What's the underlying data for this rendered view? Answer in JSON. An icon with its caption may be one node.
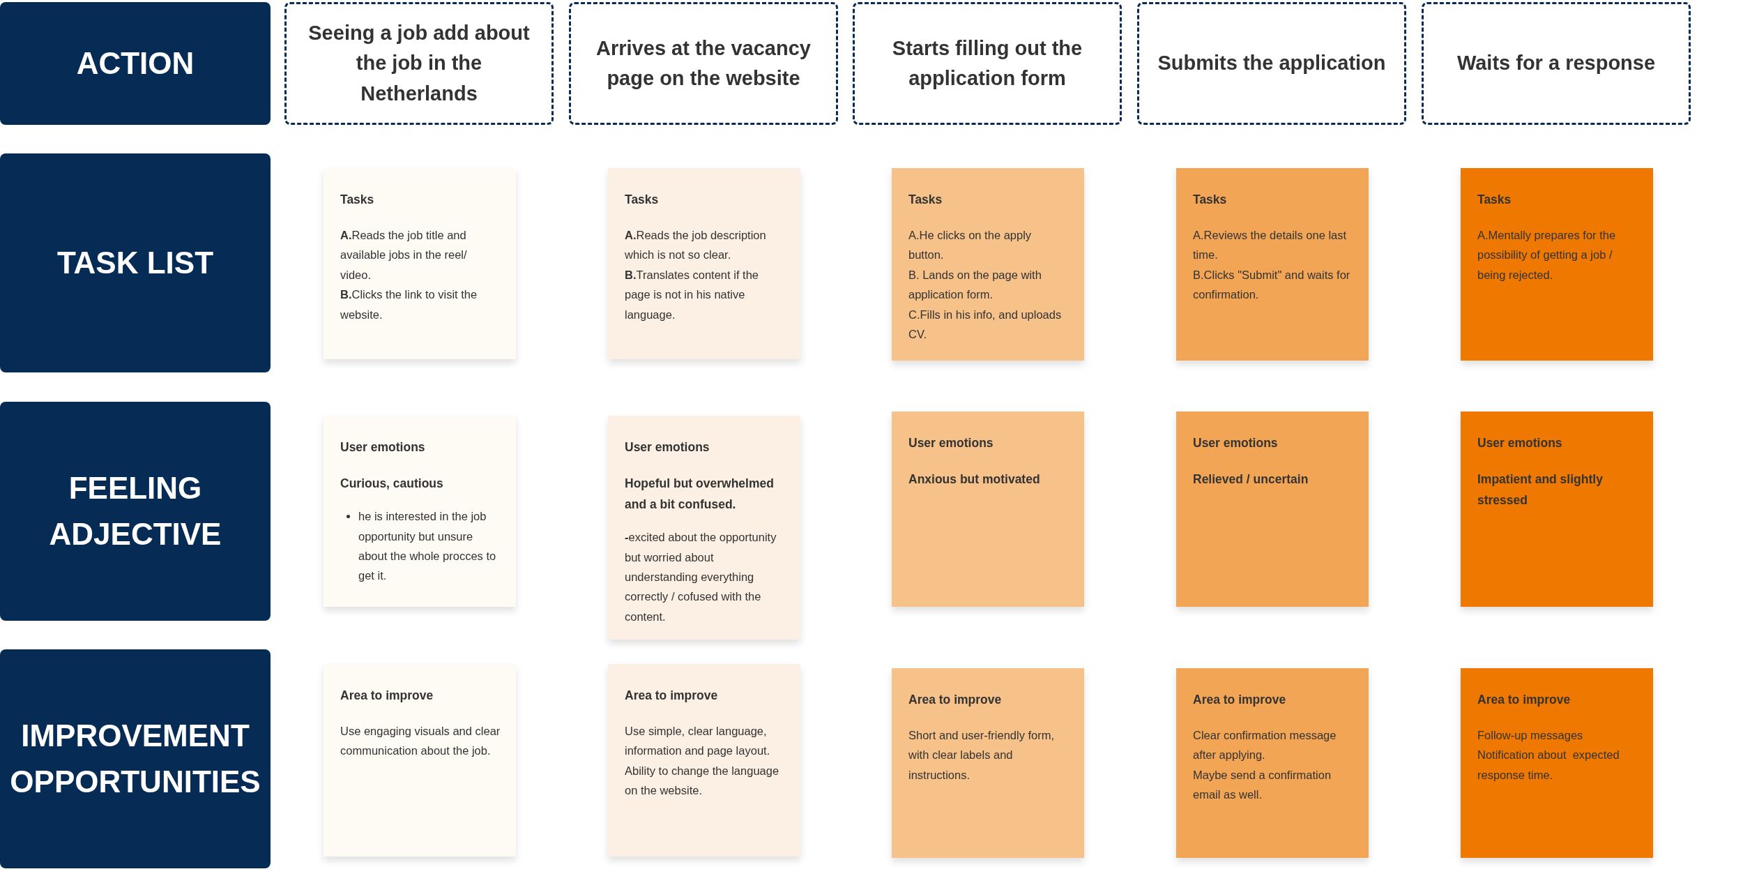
{
  "diagram": {
    "nodes": [
      {
        "text": [
          "ACTION"
        ]
      },
      {
        "text": [
          "Seeing a job add about the job in the Netherlands"
        ]
      },
      {
        "text": [
          "Arrives at the vacancy page on the website"
        ]
      },
      {
        "text": [
          "Starts filling out the application form"
        ]
      },
      {
        "text": [
          "Submits the application"
        ]
      },
      {
        "text": [
          "Waits for a response"
        ]
      },
      {
        "text": [
          "TASK LIST"
        ]
      },
      {
        "text": [
          "Tasks",
          "**A.**Reads the job title and available jobs in the reel/ video.",
          "**B.**Clicks the link to visit the website."
        ]
      },
      {
        "text": [
          "Tasks",
          "**A.**Reads the job description which is not so clear.",
          "**B.**Translates content if the page is not in his native language."
        ]
      },
      {
        "text": [
          "Tasks",
          "A.He clicks on the apply button.",
          "B. Lands on the page with application form.",
          "C.Fills in his info, and uploads CV."
        ]
      },
      {
        "text": [
          "Tasks",
          "A.Reviews the details one last time.",
          "B.Clicks \"Submit\" and waits for confirmation."
        ]
      },
      {
        "text": [
          "Tasks",
          "A.Mentally prepares for the possibility of getting a job / being rejected."
        ]
      },
      {
        "text": [
          "FEELING ADJECTIVE"
        ]
      },
      {
        "text": [
          "User emotions",
          "Curious, cautious",
          "he is interested in the job opportunity but unsure about the whole procces to get it."
        ]
      },
      {
        "text": [
          "User emotions",
          "Hopeful but overwhelmed and a bit confused.",
          "**-**excited about the opportunity but worried about understanding everything correctly / cofused with the content."
        ]
      },
      {
        "text": [
          "User emotions",
          "Anxious but motivated"
        ]
      },
      {
        "text": [
          "User emotions",
          "Relieved / uncertain"
        ]
      },
      {
        "text": [
          "User emotions",
          "Impatient and slightly stressed"
        ]
      },
      {
        "text": [
          "IMPROVEMENT OPPORTUNITIES"
        ]
      },
      {
        "text": [
          "Area to improve",
          "Use engaging visuals and clear communication about the job."
        ]
      },
      {
        "text": [
          "Area to improve",
          "Use simple, clear language, information and page layout.",
          "Ability to change the language on the website."
        ]
      },
      {
        "text": [
          "Area to improve",
          "Short and user-friendly form, with clear labels and instructions."
        ]
      },
      {
        "text": [
          "Area to improve",
          "Clear confirmation message after applying.",
          "Maybe send a confirmation email as well."
        ]
      },
      {
        "text": [
          "Area to improve",
          "Follow-up messages",
          "Notification about  expected response time."
        ]
      }
    ]
  }
}
